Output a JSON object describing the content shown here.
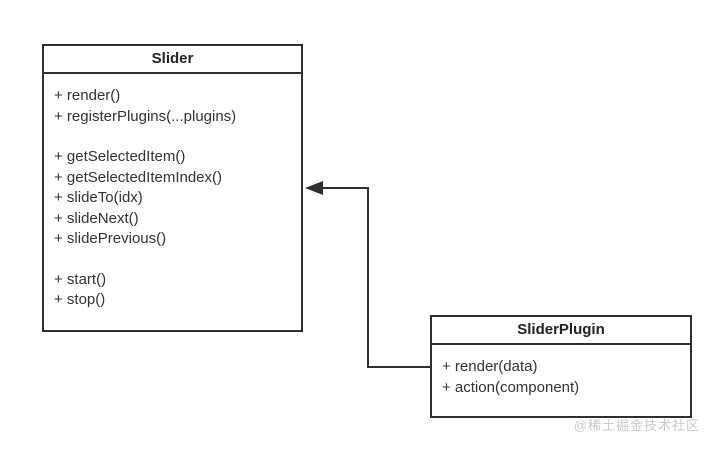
{
  "diagram": {
    "classes": [
      {
        "name": "Slider",
        "method_groups": [
          [
            "+ render()",
            "+ registerPlugins(...plugins)"
          ],
          [
            "+ getSelectedItem()",
            "+ getSelectedItemIndex()",
            "+ slideTo(idx)",
            "+ slideNext()",
            "+ slidePrevious()"
          ],
          [
            "+ start()",
            "+ stop()"
          ]
        ]
      },
      {
        "name": "SliderPlugin",
        "method_groups": [
          [
            "+ render(data)",
            "+ action(component)"
          ]
        ]
      }
    ],
    "connector_color": "#2f2f2f",
    "watermark": "@稀土掘金技术社区"
  }
}
